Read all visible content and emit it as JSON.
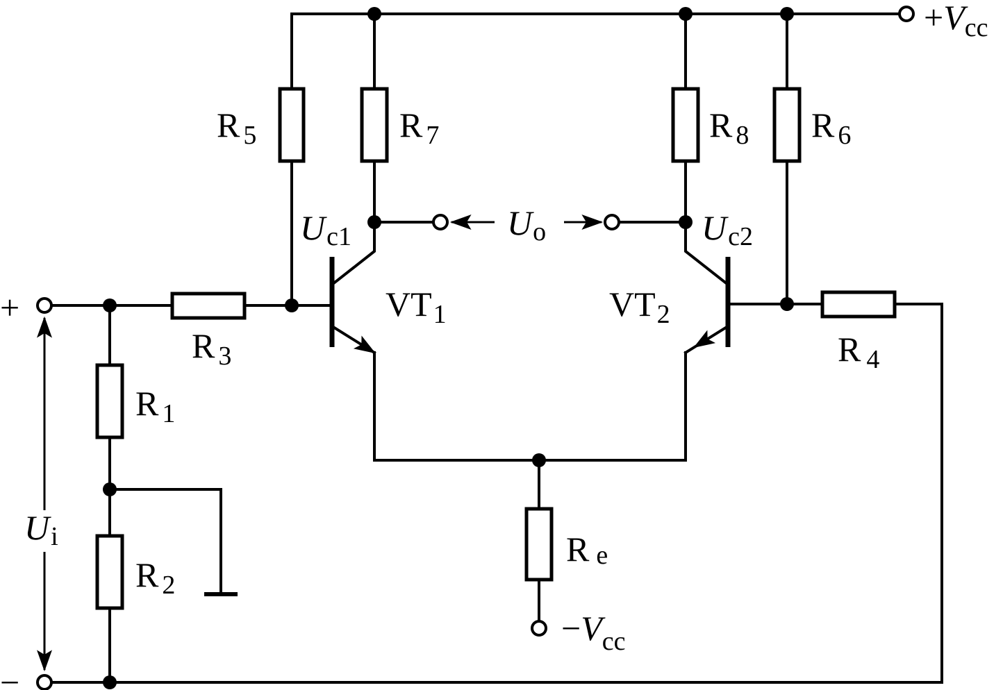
{
  "components": {
    "R1": {
      "base": "R",
      "sub": "1"
    },
    "R2": {
      "base": "R",
      "sub": "2"
    },
    "R3": {
      "base": "R",
      "sub": "3"
    },
    "R4": {
      "base": "R",
      "sub": "4"
    },
    "R5": {
      "base": "R",
      "sub": "5"
    },
    "R6": {
      "base": "R",
      "sub": "6"
    },
    "R7": {
      "base": "R",
      "sub": "7"
    },
    "R8": {
      "base": "R",
      "sub": "8"
    },
    "Re": {
      "base": "R",
      "sub": "e"
    },
    "VT1": {
      "base": "VT",
      "sub": "1"
    },
    "VT2": {
      "base": "VT",
      "sub": "2"
    }
  },
  "nodes": {
    "vcc_pos": {
      "sign": "+",
      "base": "V",
      "sub": "cc"
    },
    "vcc_neg": {
      "sign": "−",
      "base": "V",
      "sub": "cc"
    },
    "uc1": {
      "base": "U",
      "sub": "c1"
    },
    "uc2": {
      "base": "U",
      "sub": "c2"
    },
    "uo": {
      "base": "U",
      "sub": "o"
    },
    "ui": {
      "base": "U",
      "sub": "i"
    },
    "input_plus": "+",
    "input_minus": "−"
  }
}
